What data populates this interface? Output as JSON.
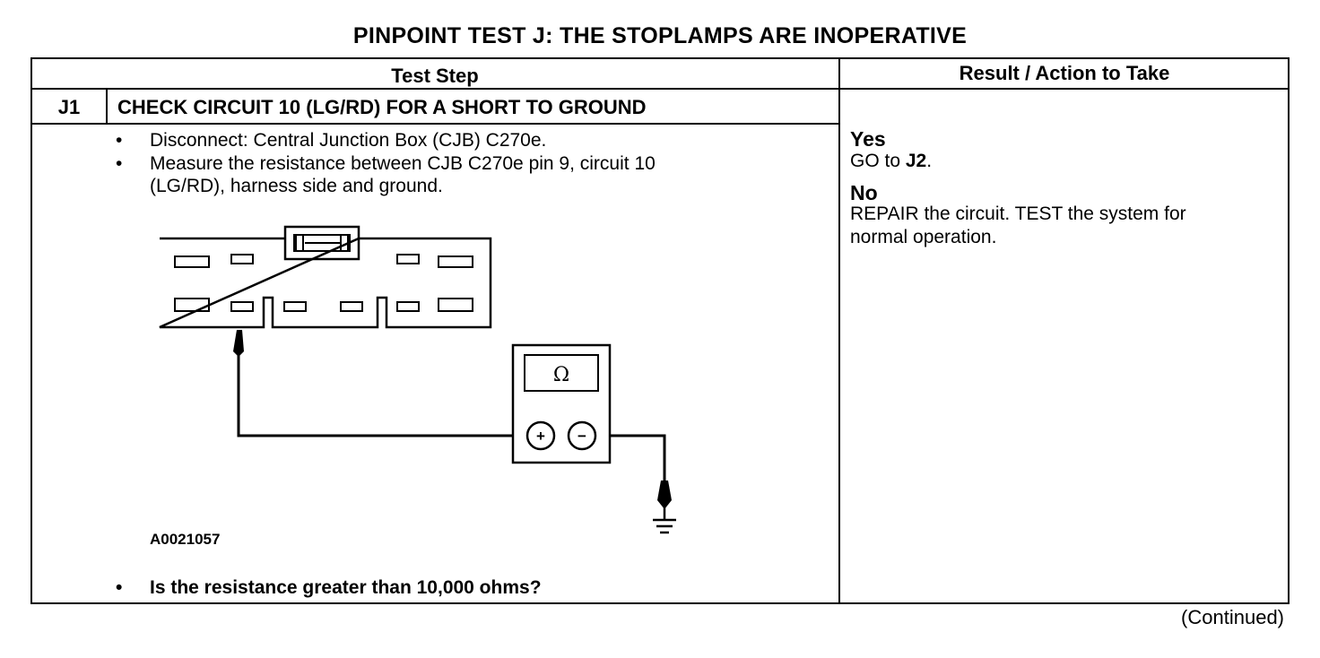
{
  "page": {
    "title": "PINPOINT TEST  J: THE STOPLAMPS ARE INOPERATIVE",
    "continued": "(Continued)"
  },
  "table": {
    "col_test_step": "Test Step",
    "col_result": "Result / Action to Take",
    "step_id": "J1",
    "step_title": "CHECK CIRCUIT 10 (LG/RD) FOR A SHORT TO GROUND",
    "bullets": [
      "Disconnect: Central Junction Box (CJB) C270e.",
      "Measure the resistance between CJB C270e pin 9, circuit 10",
      "(LG/RD), harness side and ground."
    ],
    "bullet_glyph": "•",
    "question": "Is the resistance greater than 10,000 ohms?",
    "figure_id": "A0021057",
    "meter_symbol": "Ω",
    "meter_plus": "+",
    "meter_minus": "−",
    "yes_label": "Yes",
    "yes_action_prefix": "GO to ",
    "yes_action_target": "J2",
    "yes_action_suffix": ".",
    "no_label": "No",
    "no_action_line1": "REPAIR the circuit. TEST the system for",
    "no_action_line2": "normal operation."
  }
}
